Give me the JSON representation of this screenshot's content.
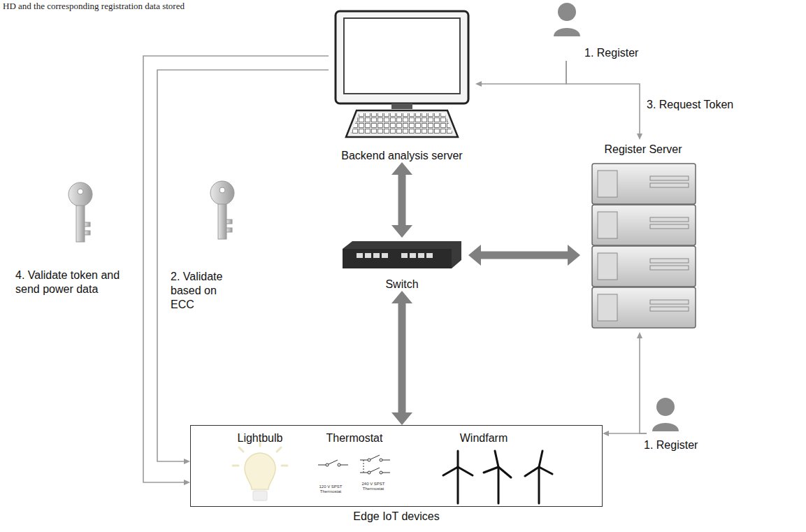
{
  "diagram": {
    "nodes": [
      {
        "text": [
          "Backend analysis server"
        ]
      },
      {
        "text": [
          "1. Register"
        ]
      },
      {
        "text": [
          "Register Server"
        ]
      },
      {
        "text": [
          "Switch"
        ]
      },
      {
        "text": [
          "1. Register"
        ]
      },
      {
        "text": [
          "Edge IoT devices"
        ]
      },
      {
        "text": [
          "Lightbulb"
        ],
        "in": 5
      },
      {
        "text": [
          "Thermostat",
          "120 V SPST Thermostat",
          "240 V SPST Thermostat"
        ],
        "in": 5
      },
      {
        "text": [
          "Windfarm"
        ],
        "in": 5
      }
    ],
    "edges": [
      {
        "from": 1,
        "to": 0,
        "arrow": "to"
      },
      {
        "from": 1,
        "to": 2,
        "arrow": "to",
        "label": "3. Request Token"
      },
      {
        "from": 0,
        "to": 3,
        "arrow": "both"
      },
      {
        "from": 3,
        "to": 5,
        "arrow": "both"
      },
      {
        "from": 3,
        "to": 2,
        "arrow": "both"
      },
      {
        "from": 4,
        "to": 2,
        "arrow": "to"
      },
      {
        "from": 4,
        "to": 5,
        "arrow": "to"
      },
      {
        "from": 0,
        "to": 5,
        "arrow": "to",
        "label": "4. Validate token and send power data"
      },
      {
        "from": 0,
        "to": 5,
        "arrow": "to",
        "label": "2. Validate based on ECC"
      }
    ],
    "labels": [
      "HD and the corresponding registration data stored"
    ]
  }
}
